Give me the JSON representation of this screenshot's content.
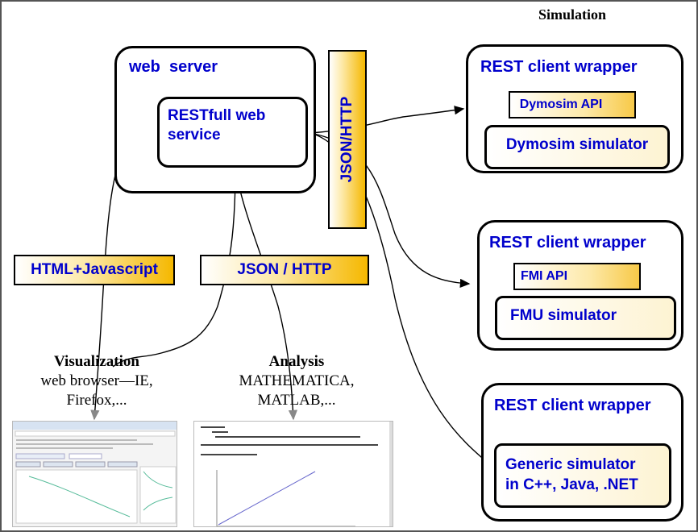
{
  "title": "Simulation",
  "web_server": {
    "label": "web  server",
    "inner": "RESTfull web\nservice"
  },
  "protocols": {
    "vertical": "JSON/HTTP",
    "html_js": "HTML+Javascript",
    "json_http": "JSON / HTTP"
  },
  "wrappers": [
    {
      "title": "REST client wrapper",
      "api": "Dymosim API",
      "simulator": "Dymosim simulator"
    },
    {
      "title": "REST client wrapper",
      "api": "FMI API",
      "simulator": "FMU simulator"
    },
    {
      "title": "REST client wrapper",
      "simulator": "Generic simulator\nin C++, Java, .NET"
    }
  ],
  "visualization": {
    "heading": "Visualization",
    "line1": "web browser—IE,",
    "line2": "Firefox,..."
  },
  "analysis": {
    "heading": "Analysis",
    "line1": "MATHEMATICA,",
    "line2": "MATLAB,..."
  },
  "colors": {
    "label_blue": "#0000cc",
    "gradient_gold": "#f5b800"
  }
}
